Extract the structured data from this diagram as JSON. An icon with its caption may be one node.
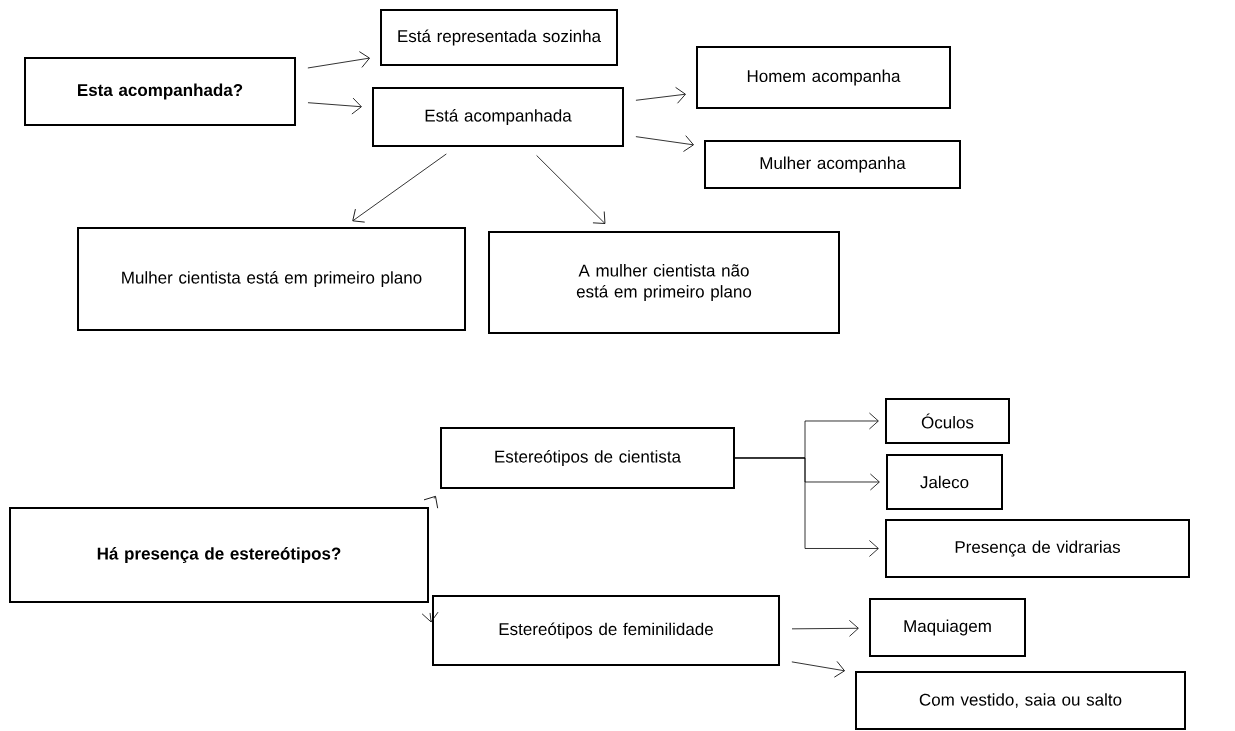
{
  "diagram": {
    "nodes": [
      {
        "text": [
          "Esta acompanhada?"
        ]
      },
      {
        "text": [
          "Está representada sozinha"
        ]
      },
      {
        "text": [
          "Está acompanhada"
        ]
      },
      {
        "text": [
          "Homem acompanha"
        ]
      },
      {
        "text": [
          "Mulher acompanha"
        ]
      },
      {
        "text": [
          "Mulher cientista está em primeiro plano"
        ]
      },
      {
        "text": [
          "A mulher cientista não está em primeiro plano"
        ]
      },
      {
        "text": [
          "Há presença de estereótipos?"
        ]
      },
      {
        "text": [
          "Estereótipos de cientista"
        ]
      },
      {
        "text": [
          "Estereótipos de feminilidade"
        ]
      },
      {
        "text": [
          "Óculos"
        ]
      },
      {
        "text": [
          "Jaleco"
        ]
      },
      {
        "text": [
          "Presença de vidrarias"
        ]
      },
      {
        "text": [
          "Maquiagem"
        ]
      },
      {
        "text": [
          "Com vestido, saia ou salto"
        ]
      }
    ],
    "edges": [
      {
        "from": 0,
        "to": 1,
        "arrow": "to"
      },
      {
        "from": 0,
        "to": 2,
        "arrow": "to"
      },
      {
        "from": 2,
        "to": 3,
        "arrow": "to"
      },
      {
        "from": 2,
        "to": 4,
        "arrow": "to"
      },
      {
        "from": 2,
        "to": 5,
        "arrow": "to"
      },
      {
        "from": 2,
        "to": 6,
        "arrow": "to"
      },
      {
        "from": 7,
        "to": 8,
        "arrow": "to"
      },
      {
        "from": 7,
        "to": 9,
        "arrow": "to"
      },
      {
        "from": 8,
        "to": 10,
        "arrow": "to"
      },
      {
        "from": 8,
        "to": 11,
        "arrow": "to"
      },
      {
        "from": 8,
        "to": 12,
        "arrow": "to"
      },
      {
        "from": 9,
        "to": 13,
        "arrow": "to"
      },
      {
        "from": 9,
        "to": 14,
        "arrow": "to"
      }
    ]
  }
}
